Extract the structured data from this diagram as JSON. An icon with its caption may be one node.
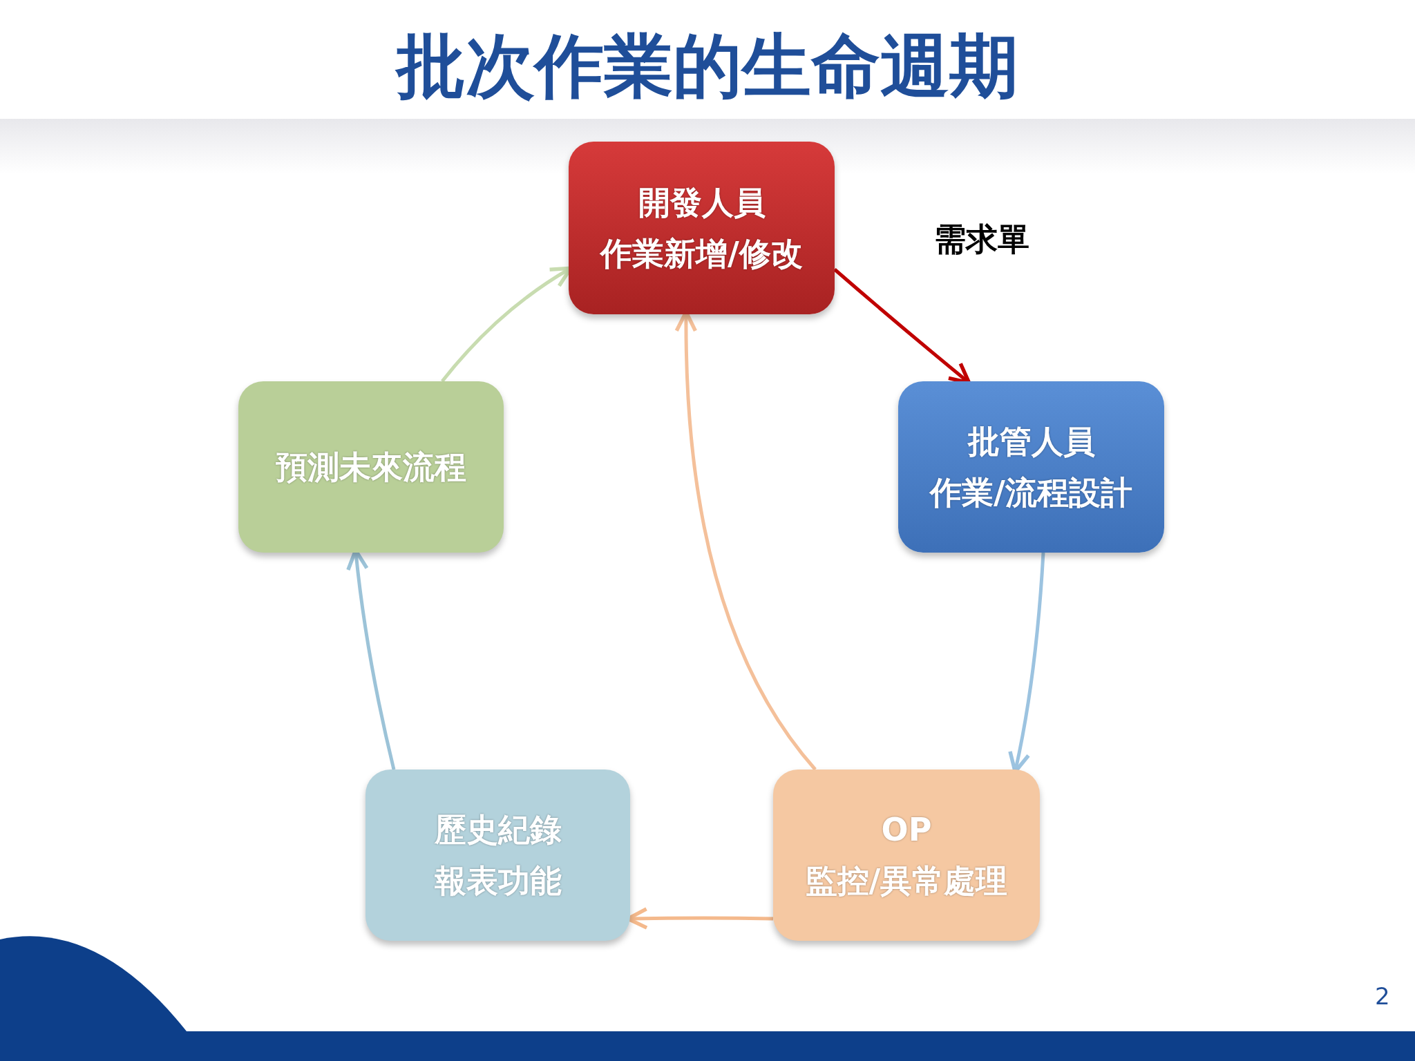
{
  "diagram": {
    "title": "批次作業的生命週期",
    "nodes": [
      {
        "text": [
          "開發人員",
          "作業新增/修改"
        ]
      },
      {
        "text": [
          "批管人員",
          "作業/流程設計"
        ]
      },
      {
        "text": [
          "OP",
          "監控/異常處理"
        ]
      },
      {
        "text": [
          "歷史紀錄",
          "報表功能"
        ]
      },
      {
        "text": [
          "預測未來流程"
        ]
      }
    ],
    "edges": [
      {
        "from": 0,
        "to": 1,
        "arrow": "to",
        "label": "需求單",
        "color": "#c00000"
      },
      {
        "from": 1,
        "to": 2,
        "arrow": "to",
        "color": "#9cc3e0"
      },
      {
        "from": 2,
        "to": 3,
        "arrow": "to",
        "color": "#f4b98c"
      },
      {
        "from": 3,
        "to": 4,
        "arrow": "to",
        "color": "#9cc3d8"
      },
      {
        "from": 4,
        "to": 0,
        "arrow": "to",
        "color": "#c8dcb0"
      },
      {
        "from": 2,
        "to": 0,
        "arrow": "to",
        "color": "#f4c09a"
      }
    ],
    "labels": [
      "2"
    ]
  }
}
